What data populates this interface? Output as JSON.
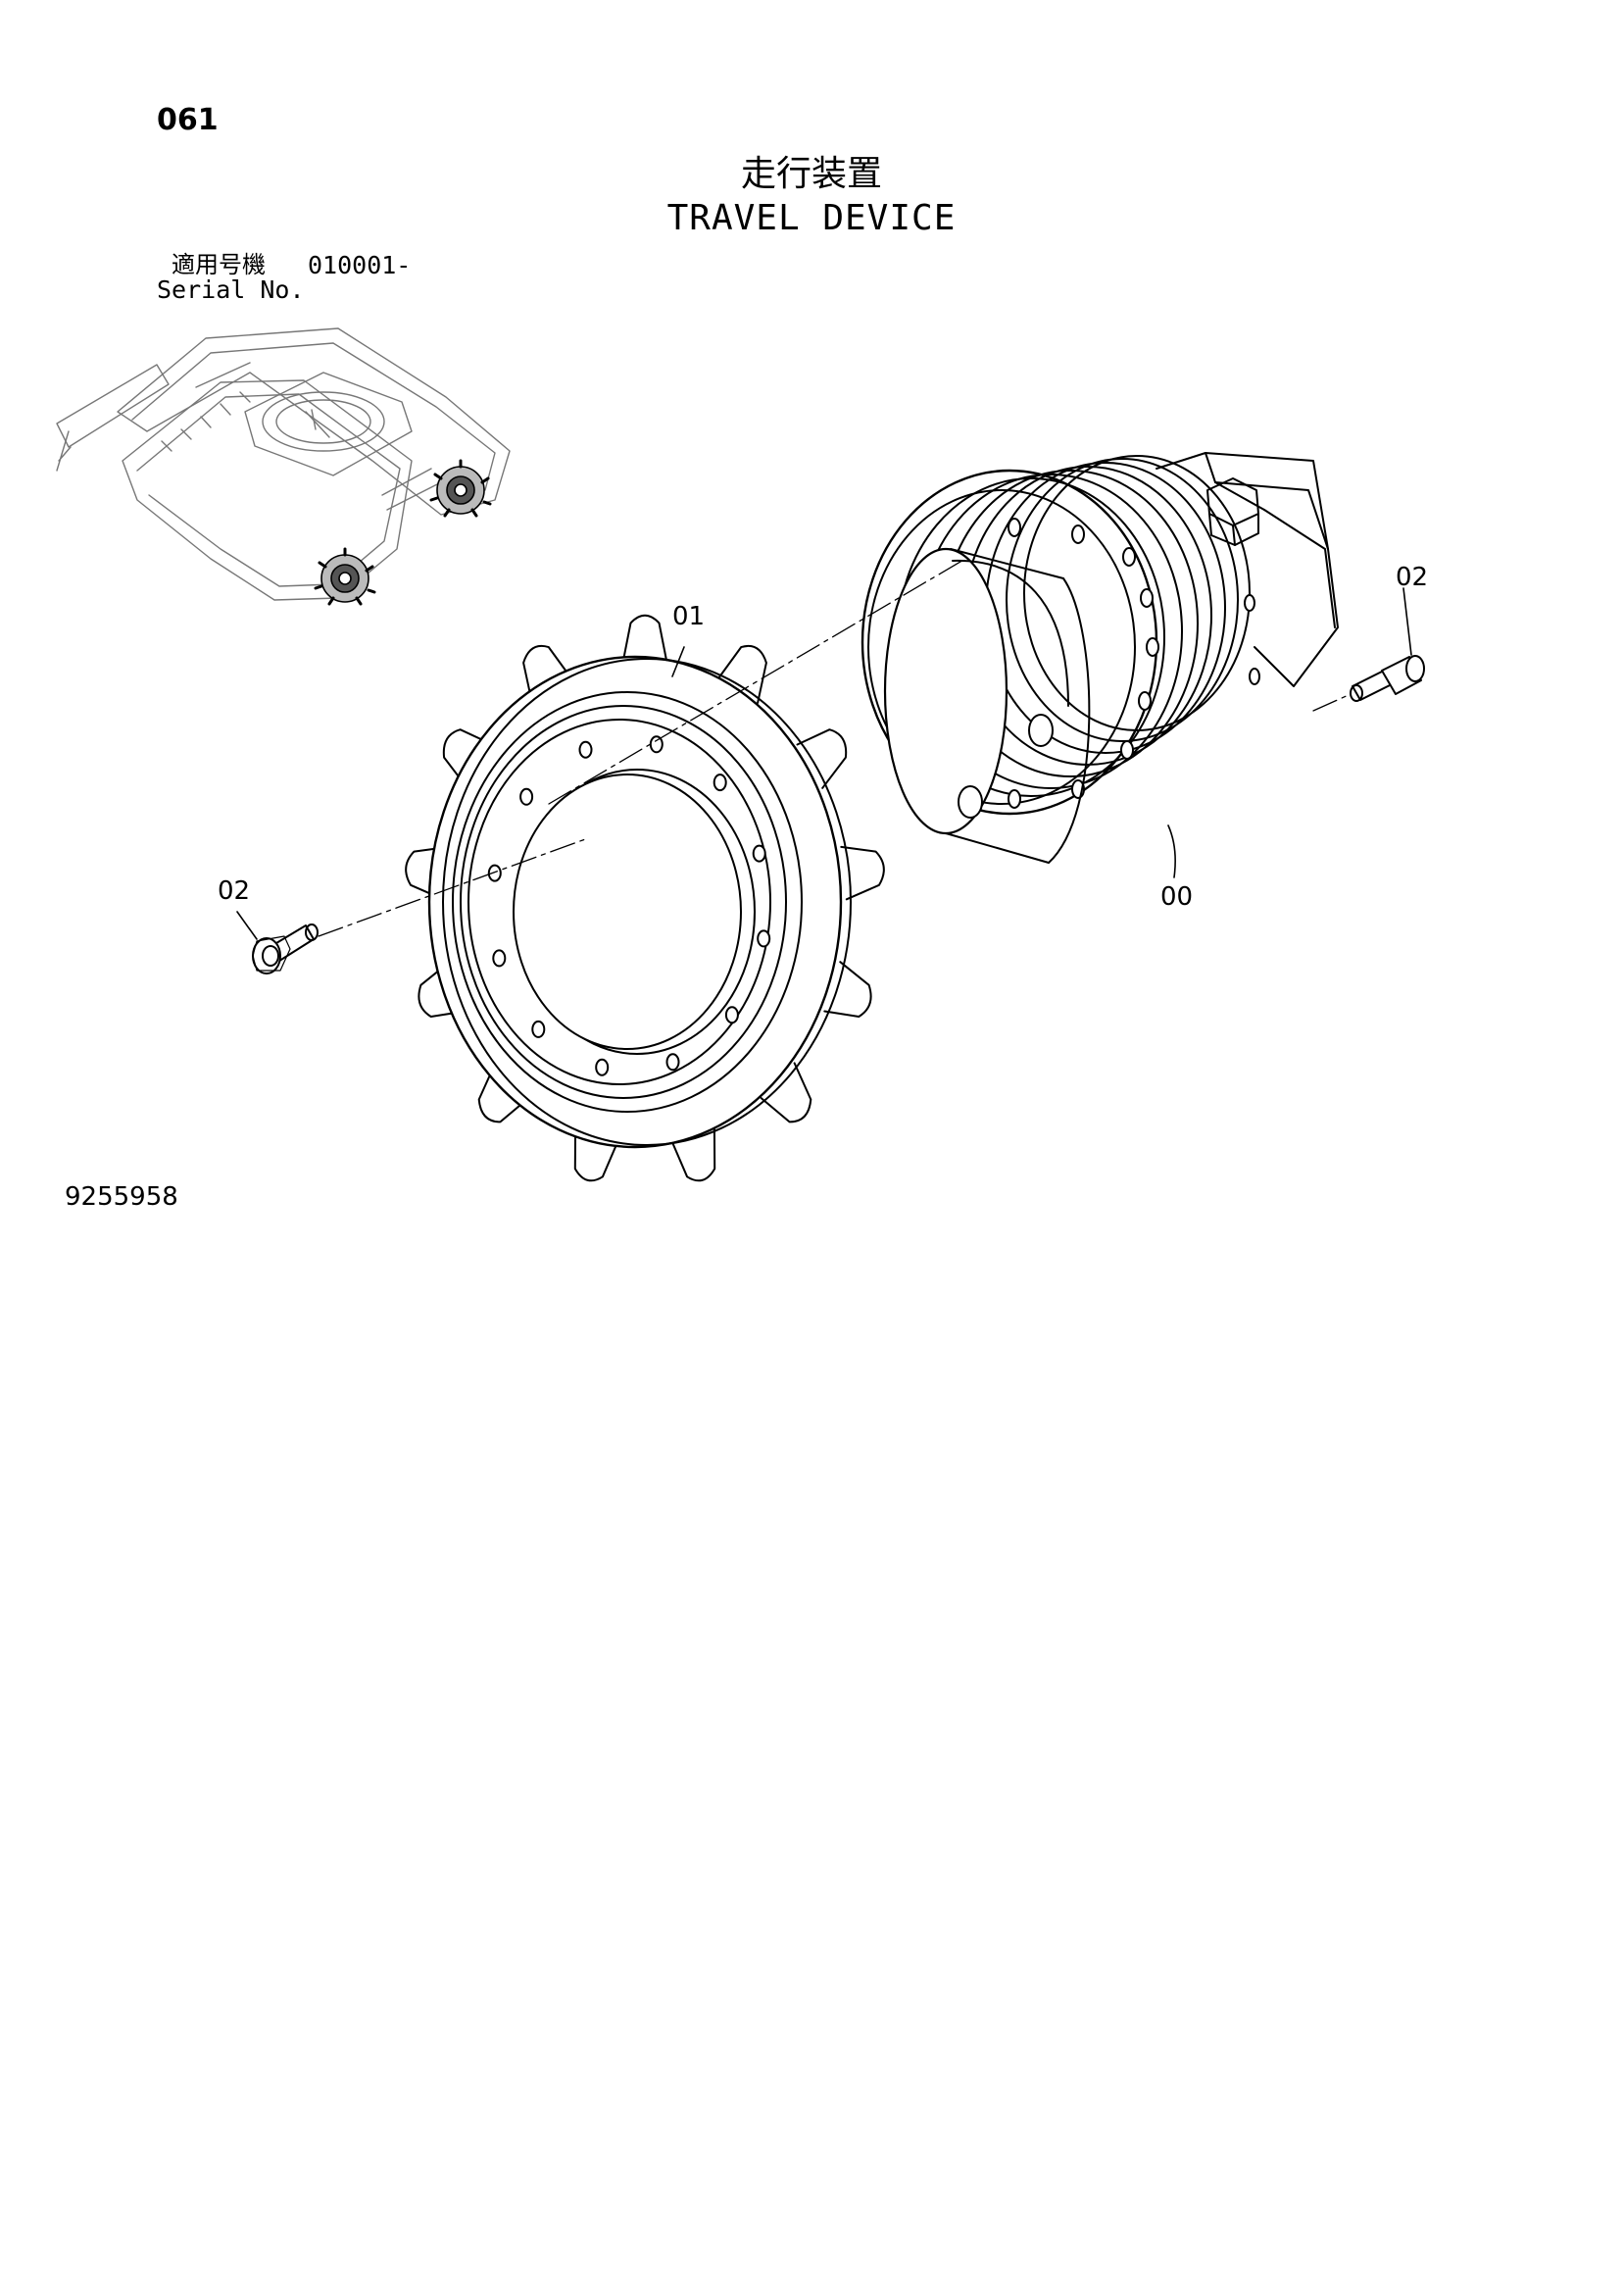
{
  "header": {
    "page_number": "061",
    "title_ja": "走行装置",
    "title_en": "TRAVEL DEVICE",
    "serial_label_ja": "適用号機",
    "serial_range": "010001-",
    "serial_label_en": "Serial No."
  },
  "callouts": {
    "sprocket": "01",
    "bolt_left": "02",
    "bolt_right": "02",
    "travel_motor": "00"
  },
  "footer": {
    "drawing_number": "9255958"
  }
}
